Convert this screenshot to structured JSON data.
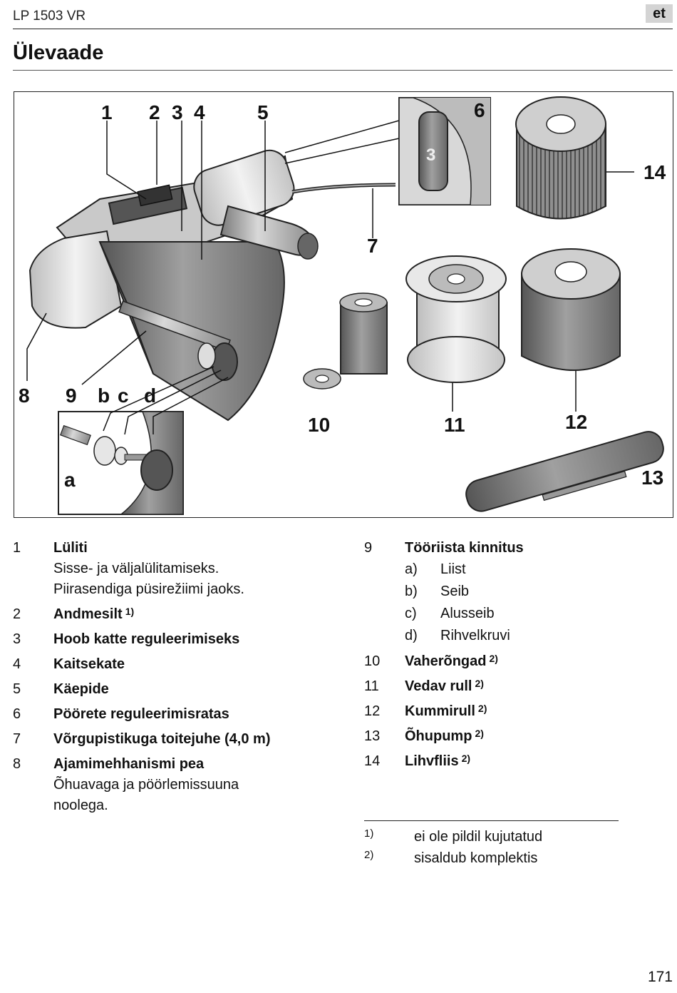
{
  "header": {
    "model": "LP 1503 VR",
    "lang": "et"
  },
  "page_title": "Ülevaade",
  "figure": {
    "labels": [
      "1",
      "2",
      "3",
      "4",
      "5",
      "6",
      "7",
      "8",
      "9",
      "b",
      "c",
      "d",
      "a",
      "10",
      "11",
      "12",
      "13",
      "14"
    ],
    "dial_digit": "3"
  },
  "legend_left": [
    {
      "num": "1",
      "title": "Lüliti",
      "desc": [
        "Sisse- ja väljalülitamiseks.",
        "Piirasendiga püsirežiimi jaoks."
      ]
    },
    {
      "num": "2",
      "title": "Andmesilt",
      "sup": "1)"
    },
    {
      "num": "3",
      "title": "Hoob katte reguleerimiseks"
    },
    {
      "num": "4",
      "title": "Kaitsekate"
    },
    {
      "num": "5",
      "title": "Käepide"
    },
    {
      "num": "6",
      "title": "Pöörete reguleerimisratas"
    },
    {
      "num": "7",
      "title": "Võrgupistikuga toitejuhe (4,0 m)"
    },
    {
      "num": "8",
      "title": "Ajamimehhanismi pea",
      "desc": [
        "Õhuavaga ja pöörlemissuuna",
        "noolega."
      ]
    }
  ],
  "legend_right": [
    {
      "num": "9",
      "title": "Tööriista kinnitus",
      "sub": [
        {
          "l": "a)",
          "t": "Liist"
        },
        {
          "l": "b)",
          "t": "Seib"
        },
        {
          "l": "c)",
          "t": "Alusseib"
        },
        {
          "l": "d)",
          "t": "Rihvelkruvi"
        }
      ]
    },
    {
      "num": "10",
      "title": "Vaherõngad",
      "sup": "2)"
    },
    {
      "num": "11",
      "title": "Vedav rull",
      "sup": "2)"
    },
    {
      "num": "12",
      "title": "Kummirull",
      "sup": "2)"
    },
    {
      "num": "13",
      "title": "Õhupump",
      "sup": "2)"
    },
    {
      "num": "14",
      "title": "Lihvfliis",
      "sup": "2)"
    }
  ],
  "footnotes": [
    {
      "mark": "1)",
      "text": "ei ole pildil kujutatud"
    },
    {
      "mark": "2)",
      "text": "sisaldub komplektis"
    }
  ],
  "page_number": "171"
}
